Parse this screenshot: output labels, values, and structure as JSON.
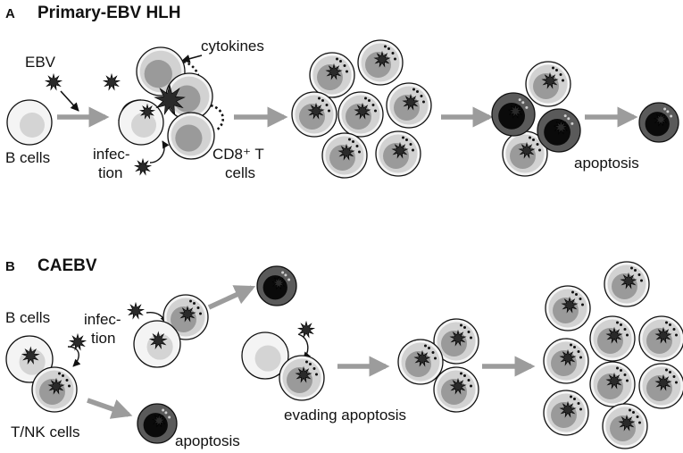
{
  "panel_a": {
    "letter": "A",
    "title": "Primary-EBV HLH",
    "labels": {
      "ebv": "EBV",
      "cytokines": "cytokines",
      "b_cells": "B cells",
      "infection_1": "infec-",
      "infection_2": "tion",
      "cd8_1": "CD8⁺ T",
      "cd8_2": "cells",
      "apoptosis": "apoptosis"
    }
  },
  "panel_b": {
    "letter": "B",
    "title": "CAEBV",
    "labels": {
      "b_cells": "B cells",
      "infection_1": "infec-",
      "infection_2": "tion",
      "tnk_cells": "T/NK cells",
      "apoptosis": "apoptosis",
      "evading": "evading apoptosis"
    }
  },
  "colors": {
    "cell_fill_light": "#f4f4f4",
    "b_nucleus": "#d4d4d4",
    "t_cell_fill": "#d2d2d2",
    "t_nucleus": "#9a9a9a",
    "dead_fill": "#5a5a5a",
    "dead_nucleus": "#0a0a0a",
    "arrow_gray": "#9c9c9c",
    "virus": "#2a2a2a"
  },
  "icons": {
    "virus": "ebv-virus-star-icon",
    "b_cell": "b-cell-icon",
    "t_cell": "infected-t-cell-icon",
    "dead_cell": "apoptotic-cell-icon"
  }
}
